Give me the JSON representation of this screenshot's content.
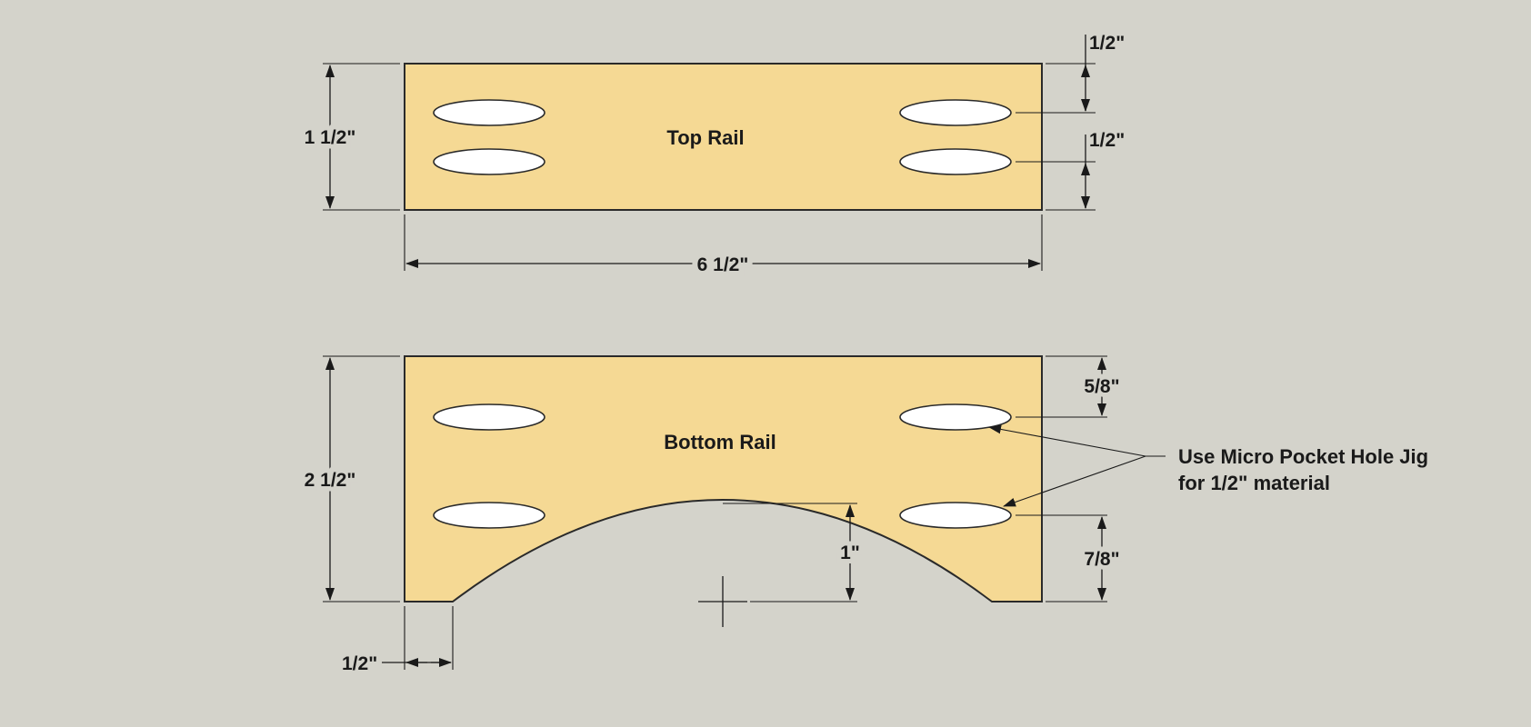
{
  "top_rail": {
    "title": "Top Rail",
    "dim_height": "1 1/2\"",
    "dim_width": "6 1/2\"",
    "dim_hole_top": "1/2\"",
    "dim_hole_bottom": "1/2\""
  },
  "bottom_rail": {
    "title": "Bottom Rail",
    "dim_height": "2 1/2\"",
    "dim_hole_top": "5/8\"",
    "dim_hole_bottom": "7/8\"",
    "dim_arch_rise": "1\"",
    "dim_arch_inset": "1/2\""
  },
  "note": {
    "line1": "Use Micro Pocket Hole Jig",
    "line2": "for 1/2\" material"
  }
}
